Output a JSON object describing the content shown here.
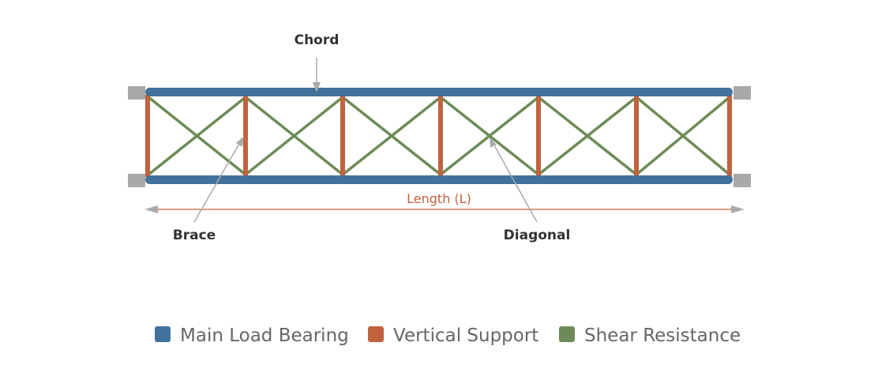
{
  "colors": {
    "chord": "#41729b",
    "vertical": "#c1623f",
    "diagonal": "#6e8b57",
    "support": "#a8a8a8",
    "pointer": "#aaaaaa",
    "length": "#c1623f"
  },
  "labels": {
    "chord": "Chord",
    "brace": "Brace",
    "diagonal": "Diagonal",
    "length": "Length (L)"
  },
  "legend": [
    {
      "label": "Main Load Bearing",
      "color": "#41729b"
    },
    {
      "label": "Vertical Support",
      "color": "#c1623f"
    },
    {
      "label": "Shear Resistance",
      "color": "#6e8b57"
    }
  ]
}
